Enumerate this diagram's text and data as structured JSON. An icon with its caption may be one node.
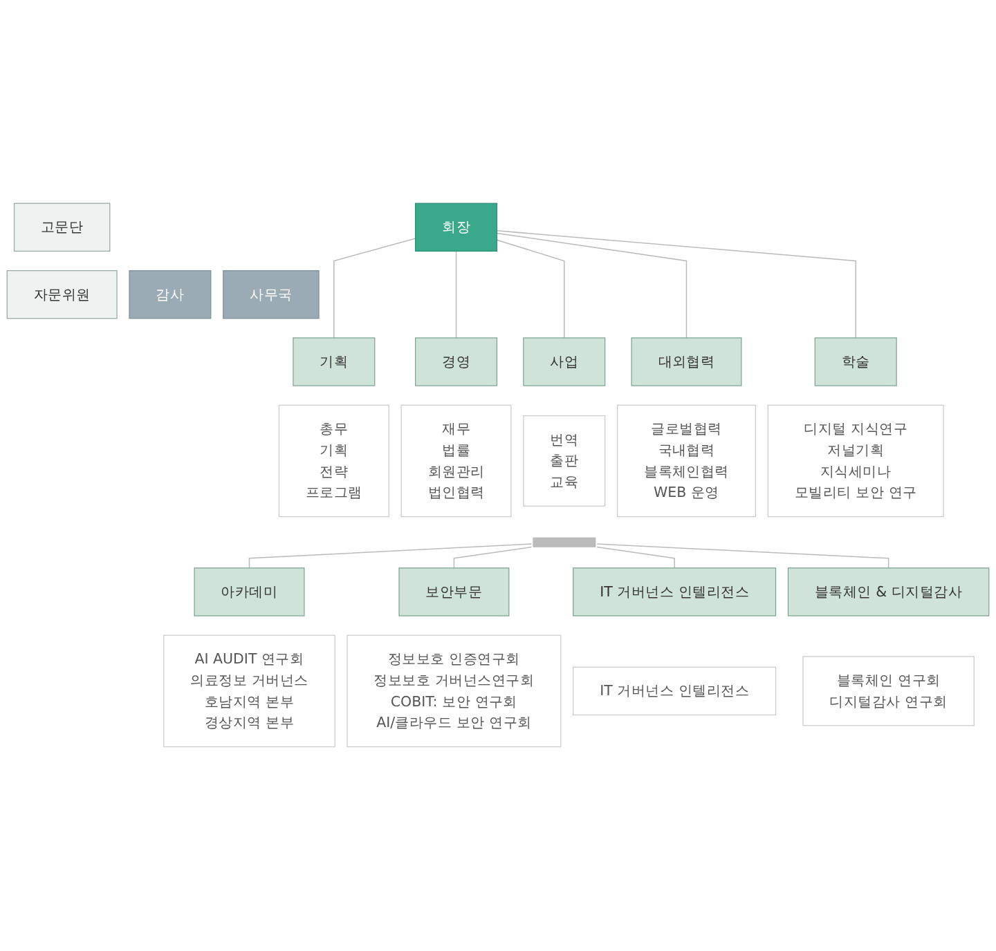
{
  "diagram": {
    "nodes": [
      {
        "text": [
          "회장"
        ]
      },
      {
        "text": [
          "고문단"
        ]
      },
      {
        "text": [
          "자문위원"
        ]
      },
      {
        "text": [
          "감사"
        ]
      },
      {
        "text": [
          "사무국"
        ]
      },
      {
        "text": [
          "기획"
        ]
      },
      {
        "text": [
          "총무",
          "기획",
          "전략",
          "프로그램"
        ]
      },
      {
        "text": [
          "경영"
        ]
      },
      {
        "text": [
          "재무",
          "법률",
          "회원관리",
          "법인협력"
        ]
      },
      {
        "text": [
          "사업"
        ]
      },
      {
        "text": [
          "번역",
          "출판",
          "교육"
        ]
      },
      {
        "text": [
          "대외협력"
        ]
      },
      {
        "text": [
          "글로벌협력",
          "국내협력",
          "블록체인협력",
          "WEB 운영"
        ]
      },
      {
        "text": [
          "학술"
        ]
      },
      {
        "text": [
          "디지털 지식연구",
          "저널기획",
          "지식세미나",
          "모빌리티 보안 연구"
        ]
      },
      {
        "text": [],
        "shape": "bar"
      },
      {
        "text": [
          "아카데미"
        ]
      },
      {
        "text": [
          "AI AUDIT 연구회",
          "의료정보 거버넌스",
          "호남지역 본부",
          "경상지역 본부"
        ]
      },
      {
        "text": [
          "보안부문"
        ]
      },
      {
        "text": [
          "정보보호 인증연구회",
          "정보보호 거버넌스연구회",
          "COBIT: 보안 연구회",
          "AI/클라우드 보안 연구회"
        ]
      },
      {
        "text": [
          "IT 거버넌스 인텔리전스"
        ]
      },
      {
        "text": [
          "IT 거버넌스 인텔리전스"
        ]
      },
      {
        "text": [
          "블록체인 & 디지털감사"
        ]
      },
      {
        "text": [
          "블록체인 연구회",
          "디지털감사 연구회"
        ]
      }
    ],
    "edges": [
      {
        "from": 0,
        "to": 5,
        "arrow": "none"
      },
      {
        "from": 0,
        "to": 7,
        "arrow": "none"
      },
      {
        "from": 0,
        "to": 9,
        "arrow": "none"
      },
      {
        "from": 0,
        "to": 11,
        "arrow": "none"
      },
      {
        "from": 0,
        "to": 13,
        "arrow": "none"
      },
      {
        "from": 15,
        "to": 16,
        "arrow": "none"
      },
      {
        "from": 15,
        "to": 18,
        "arrow": "none"
      },
      {
        "from": 15,
        "to": 20,
        "arrow": "none"
      },
      {
        "from": 15,
        "to": 22,
        "arrow": "none"
      }
    ]
  }
}
